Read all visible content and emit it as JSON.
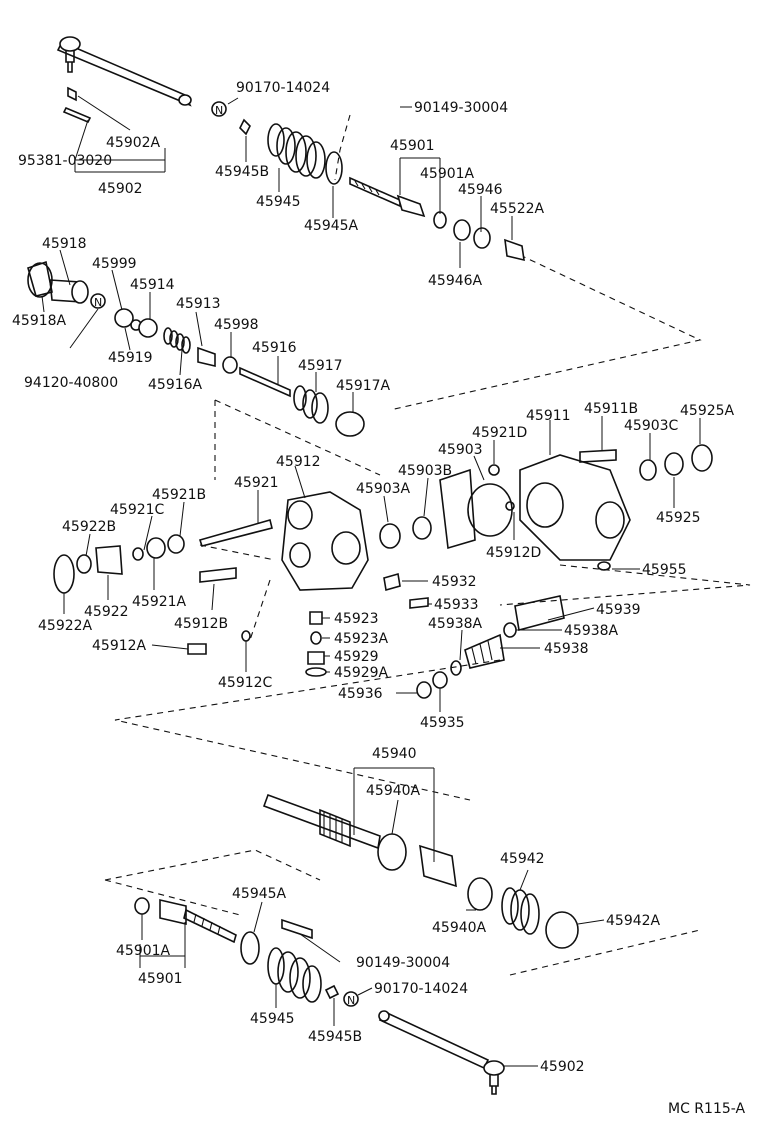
{
  "labels": {
    "l90170_top": "90170-14024",
    "l90149_top": "90149-30004",
    "l45902A": "45902A",
    "l95381": "95381-03020",
    "l45902_top": "45902",
    "l45901_top": "45901",
    "l45901A_top": "45901A",
    "l45946": "45946",
    "l45522A": "45522A",
    "l45945B_top": "45945B",
    "l45945_top": "45945",
    "l45945A_top": "45945A",
    "l45946A": "45946A",
    "l45918": "45918",
    "l45999": "45999",
    "l45914": "45914",
    "l45918A": "45918A",
    "l45913": "45913",
    "l45998": "45998",
    "l45919": "45919",
    "l45916": "45916",
    "l45917": "45917",
    "l45917A": "45917A",
    "l94120": "94120-40800",
    "l45916A": "45916A",
    "l45911": "45911",
    "l45911B": "45911B",
    "l45925A": "45925A",
    "l45921D": "45921D",
    "l45903": "45903",
    "l45903C": "45903C",
    "l45912": "45912",
    "l45903B": "45903B",
    "l45921": "45921",
    "l45903A": "45903A",
    "l45921B": "45921B",
    "l45925": "45925",
    "l45921C": "45921C",
    "l45912D": "45912D",
    "l45922B": "45922B",
    "l45955": "45955",
    "l45932": "45932",
    "l45922": "45922",
    "l45921A": "45921A",
    "l45933": "45933",
    "l45922A": "45922A",
    "l45912B": "45912B",
    "l45923": "45923",
    "l45939": "45939",
    "l45938A_l": "45938A",
    "l45938A_r": "45938A",
    "l45923A": "45923A",
    "l45912A": "45912A",
    "l45938": "45938",
    "l45929": "45929",
    "l45912C": "45912C",
    "l45929A": "45929A",
    "l45936": "45936",
    "l45935": "45935",
    "l45940": "45940",
    "l45940A_top": "45940A",
    "l45942": "45942",
    "l45945A_bot": "45945A",
    "l45940A_bot": "45940A",
    "l45942A": "45942A",
    "l45901A_bot": "45901A",
    "l90149_bot": "90149-30004",
    "l45901_bot": "45901",
    "l90170_bot": "90170-14024",
    "l45945_bot": "45945",
    "l45945B_bot": "45945B",
    "l45902_bot": "45902",
    "code": "MC R115-A"
  },
  "markers": {
    "new_part": "N"
  }
}
